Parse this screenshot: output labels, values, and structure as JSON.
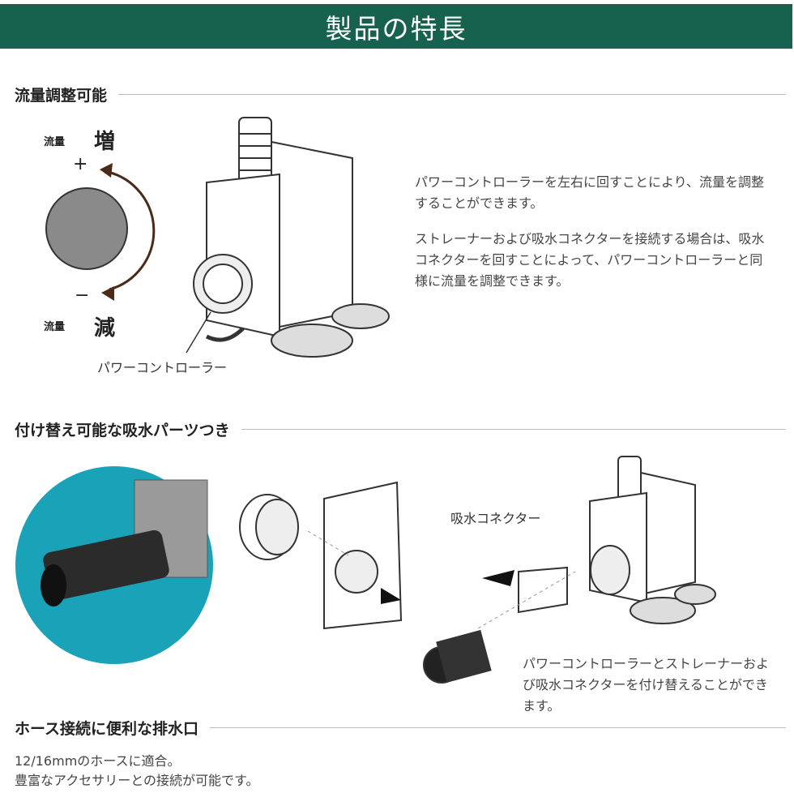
{
  "banner_title": "製品の特長",
  "sections": [
    {
      "title": "流量調整可能"
    },
    {
      "title": "付け替え可能な吸水パーツつき"
    },
    {
      "title": "ホース接続に便利な排水口"
    }
  ],
  "flow": {
    "label_top": "流量",
    "increase": "増",
    "plus": "+",
    "minus": "−",
    "label_bottom": "流量",
    "decrease": "減",
    "controller_callout": "パワーコントローラー",
    "description_1": "パワーコントローラーを左右に回すことにより、流量を調整することができます。",
    "description_2": "ストレーナーおよび吸水コネクターを接続する場合は、吸水コネクターを回すことによって、パワーコントローラーと同様に流量を調整できます。"
  },
  "parts": {
    "connector_callout": "吸水コネクター",
    "description": "パワーコントローラーとストレーナーおよび吸水コネクターを付け替えることができます。"
  },
  "outlet": {
    "line_1": "12/16mmのホースに適合。",
    "line_2": "豊富なアクセサリーとの接続が可能です。"
  },
  "colors": {
    "banner": "#17614f",
    "teal_circle": "#1aa3b8",
    "dial_gray": "#8a8a8a"
  }
}
